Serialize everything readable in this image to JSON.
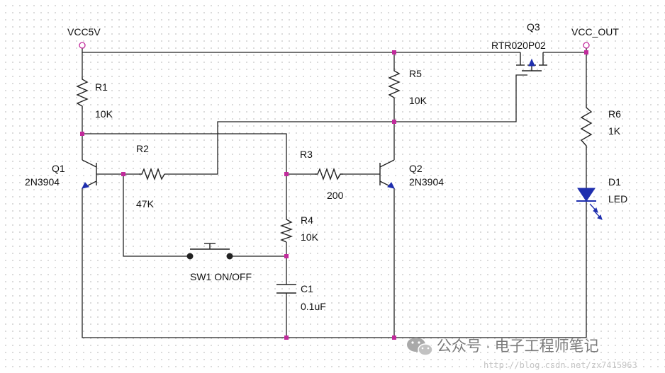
{
  "labels": {
    "vcc5v": "VCC5V",
    "vcc_out": "VCC_OUT",
    "r1_name": "R1",
    "r1_value": "10K",
    "r2_name": "R2",
    "r2_value": "47K",
    "r3_name": "R3",
    "r3_value": "200",
    "r4_name": "R4",
    "r4_value": "10K",
    "r5_name": "R5",
    "r5_value": "10K",
    "r6_name": "R6",
    "r6_value": "1K",
    "q1_name": "Q1",
    "q1_part": "2N3904",
    "q2_name": "Q2",
    "q2_part": "2N3904",
    "q3_name": "Q3",
    "q3_part": "RTR020P02",
    "c1_name": "C1",
    "c1_value": "0.1uF",
    "d1_name": "D1",
    "d1_type": "LED",
    "sw1": "SW1 ON/OFF"
  },
  "watermark": {
    "text": "公众号 · 电子工程师笔记",
    "url": "http://blog.csdn.net/zx7415963"
  },
  "colors": {
    "wire": "#222222",
    "junction": "#c22a9c",
    "transistor_arrow": "#1f2fae",
    "led": "#1f2fae"
  }
}
